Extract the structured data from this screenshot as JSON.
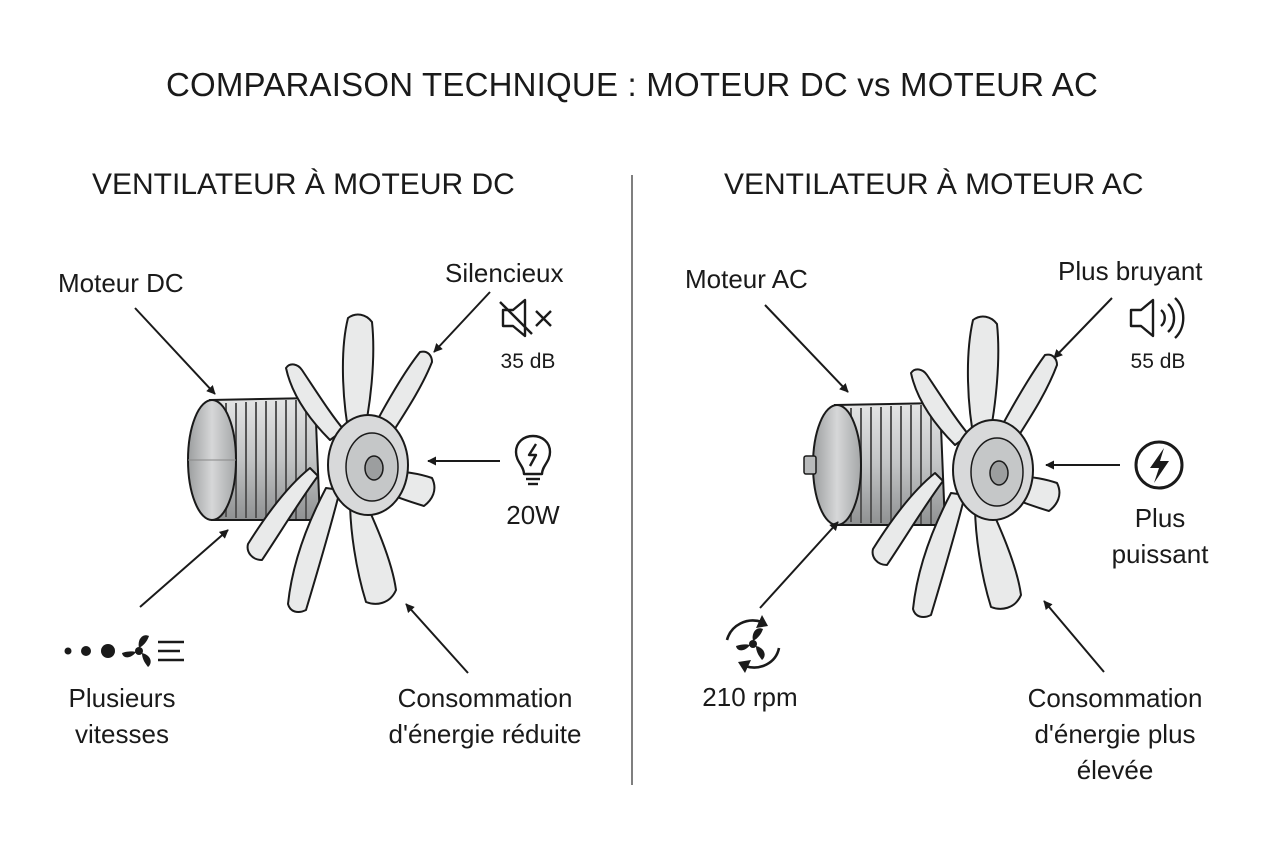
{
  "title": "COMPARAISON TECHNIQUE : MOTEUR DC vs MOTEUR AC",
  "colors": {
    "ink": "#1a1a1a",
    "blade": "#e9eaea",
    "metal": "#c9cbcb",
    "metal_dark": "#8d8f90"
  },
  "panels": [
    {
      "id": "dc",
      "title": "VENTILATEUR À MOTEUR DC",
      "motor_label": "Moteur DC",
      "noise_label": "Silencieux",
      "noise_icon": "speaker-muted-icon",
      "noise_value": "35 dB",
      "power_icon": "lightbulb-bolt-icon",
      "power_value": "20W",
      "speed_icon": "fan-speeds-icon",
      "speed_label": [
        "Plusieurs",
        "vitesses"
      ],
      "consumption_label": [
        "Consommation",
        "d'énergie réduite"
      ]
    },
    {
      "id": "ac",
      "title": "VENTILATEUR À MOTEUR AC",
      "motor_label": "Moteur AC",
      "noise_label": "Plus bruyant",
      "noise_icon": "speaker-loud-icon",
      "noise_value": "55 dB",
      "power_icon": "power-bolt-icon",
      "power_label": [
        "Plus",
        "puissant"
      ],
      "speed_icon": "rotating-fan-icon",
      "speed_value": "210 rpm",
      "consumption_label": [
        "Consommation",
        "d'énergie plus",
        "élevée"
      ]
    }
  ]
}
